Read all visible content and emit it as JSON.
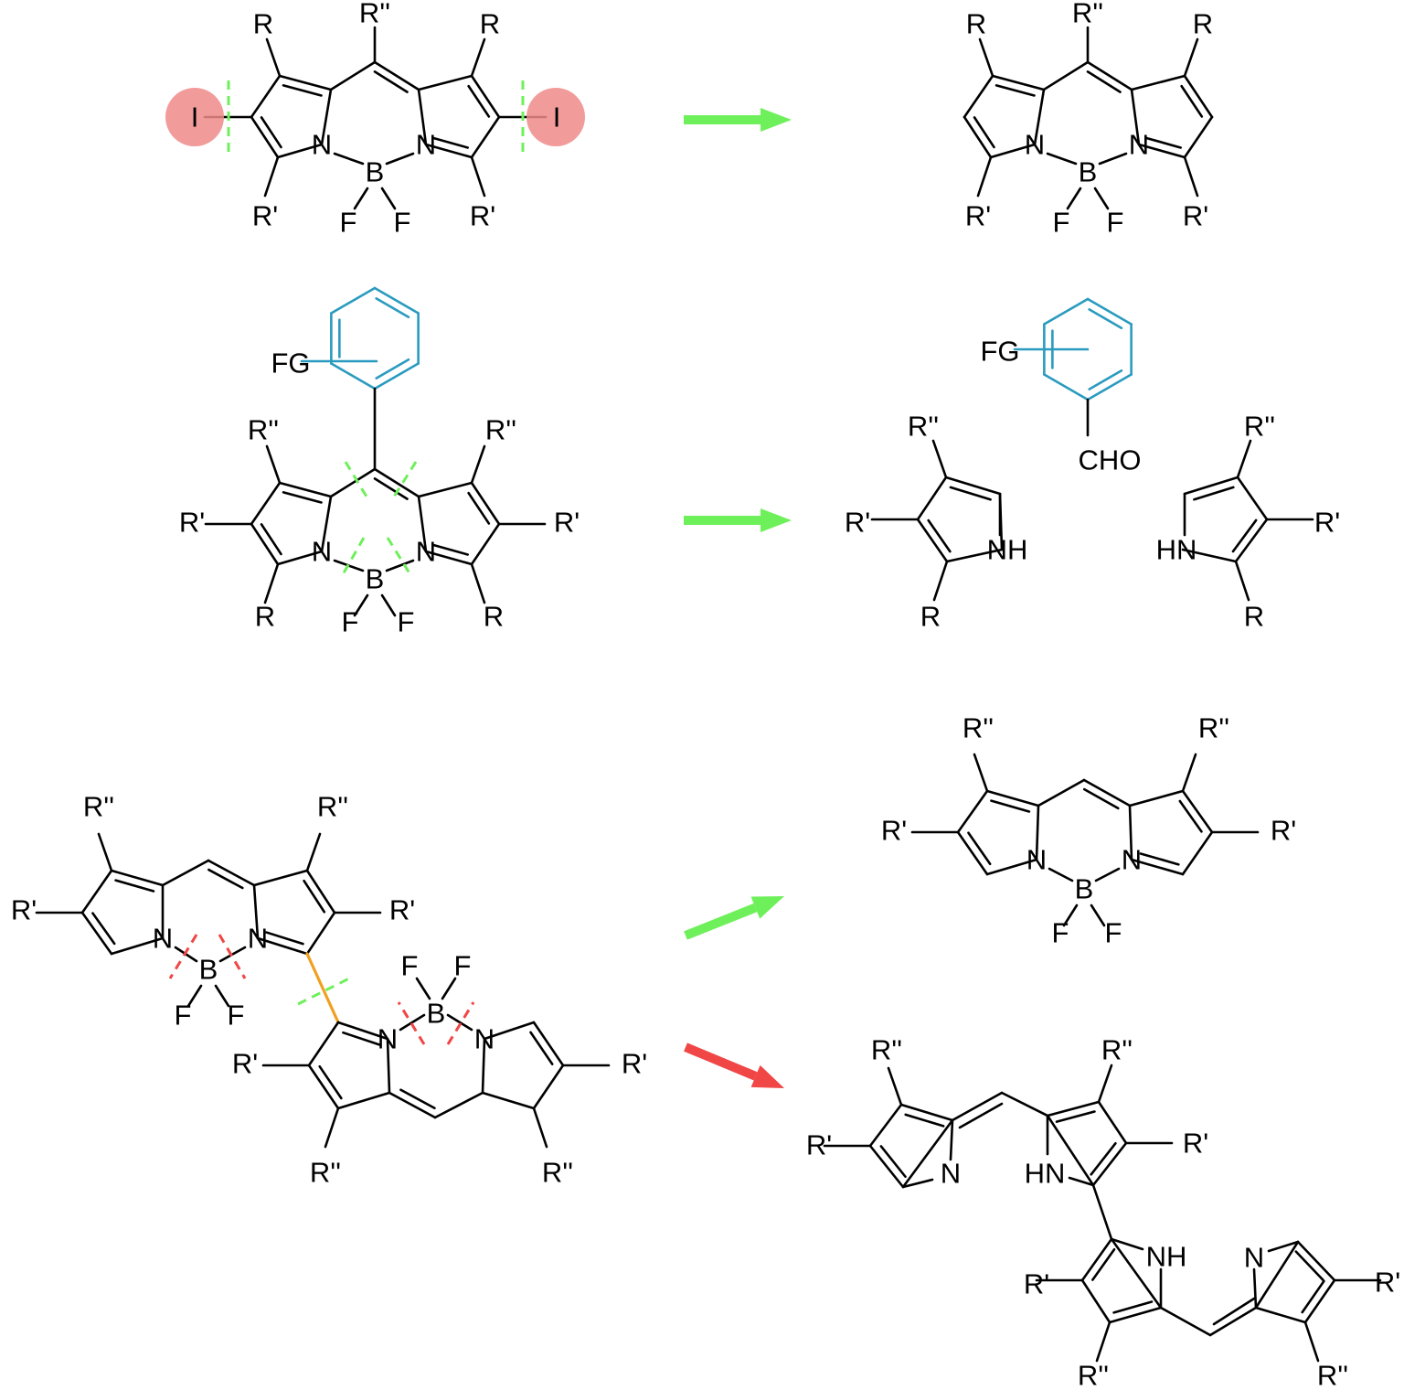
{
  "colors": {
    "bond": "#000000",
    "accent_teal": "#2a9bbf",
    "cut_green": "#6ef05a",
    "cut_red": "#f04646",
    "arrow_green": "#6ef05a",
    "arrow_red": "#f04646",
    "iodine_highlight": "#f08a8a",
    "linker_orange": "#f0a020"
  },
  "atoms": {
    "R": "R",
    "Rp": "R'",
    "Rpp": "R''",
    "I": "I",
    "N": "N",
    "B": "B",
    "F": "F",
    "NH": "NH",
    "HN": "HN",
    "FG": "FG",
    "CHO": "CHO"
  }
}
